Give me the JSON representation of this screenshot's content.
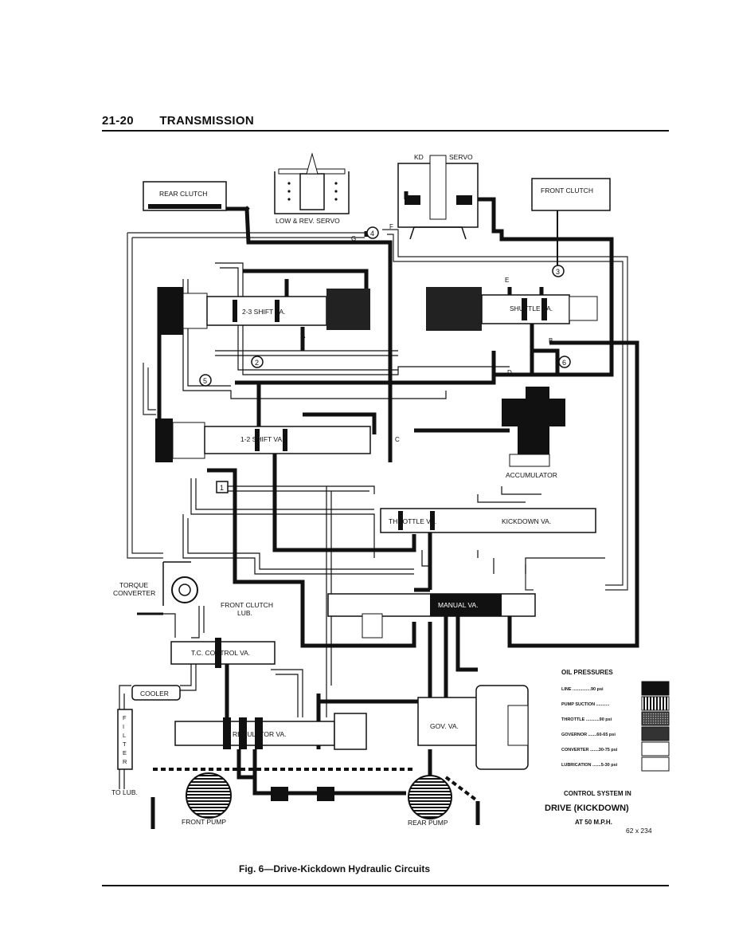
{
  "header": {
    "page_number": "21-20",
    "section": "TRANSMISSION"
  },
  "caption": "Fig. 6—Drive-Kickdown Hydraulic Circuits",
  "components": {
    "rear_clutch": "REAR CLUTCH",
    "front_clutch": "FRONT CLUTCH",
    "low_rev_servo": "LOW & REV. SERVO",
    "kd": "KD",
    "servo": "SERVO",
    "shift_23": "2-3 SHIFT VA.",
    "shift_12": "1-2 SHIFT VA.",
    "shuttle": "SHUTTLE VA.",
    "accumulator": "ACCUMULATOR",
    "throttle": "THROTTLE VA.",
    "kickdown": "KICKDOWN VA.",
    "manual": "MANUAL VA.",
    "torque_converter_1": "TORQUE",
    "torque_converter_2": "CONVERTER",
    "front_clutch_lub_1": "FRONT CLUTCH",
    "front_clutch_lub_2": "LUB.",
    "tc_control": "T.C. CONTROL VA.",
    "cooler": "COOLER",
    "filter": [
      "F",
      "I",
      "L",
      "T",
      "E",
      "R"
    ],
    "to_lub": "TO LUB.",
    "regulator": "REGULATOR VA.",
    "gov": "GOV. VA.",
    "front_pump": "FRONT PUMP",
    "rear_pump": "REAR PUMP"
  },
  "line_letters": {
    "A": "A",
    "B": "B",
    "C": "C",
    "D": "D",
    "E": "E",
    "F": "F",
    "G": "G"
  },
  "check_numbers": [
    "1",
    "2",
    "3",
    "4",
    "5",
    "6"
  ],
  "legend": {
    "title": "OIL PRESSURES",
    "rows": [
      {
        "label": "LINE ...............90 psi",
        "pattern": "solid"
      },
      {
        "label": "PUMP SUCTION ...........",
        "pattern": "vstripes"
      },
      {
        "label": "THROTTLE ...........90 psi",
        "pattern": "dots"
      },
      {
        "label": "GOVERNOR .......60-65 psi",
        "pattern": "dark"
      },
      {
        "label": "CONVERTER .......30-75 psi",
        "pattern": "white"
      },
      {
        "label": "LUBRICATION .......5-30 psi",
        "pattern": "white"
      }
    ]
  },
  "control_system": {
    "line1": "CONTROL SYSTEM IN",
    "line2": "DRIVE (KICKDOWN)",
    "line3": "AT 50 M.P.H.",
    "code": "62 x 234"
  }
}
